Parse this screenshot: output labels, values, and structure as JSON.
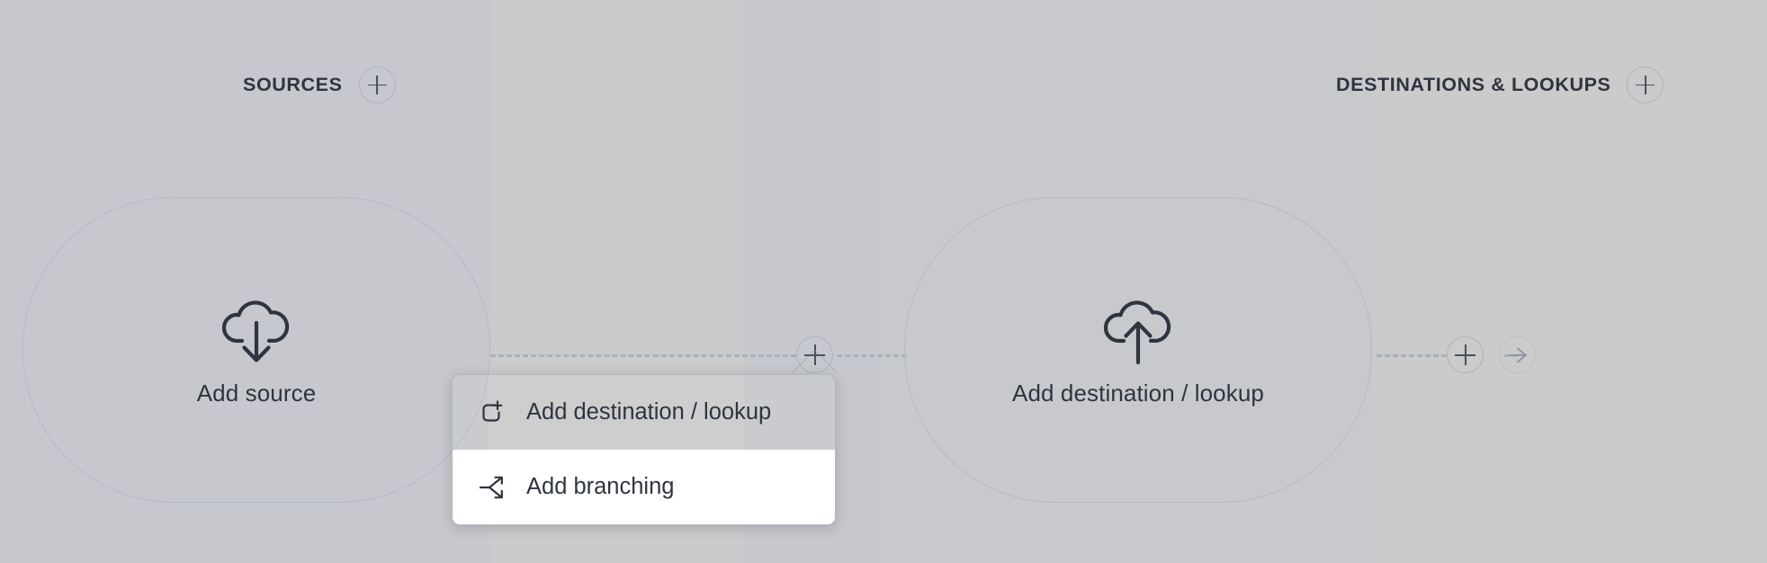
{
  "canvas": {
    "background_color": "#cbcbcc",
    "lane_color": "#c6c8cd"
  },
  "columns": [
    {
      "id": "sources",
      "title": "SOURCES",
      "add_button_icon": "plus-icon",
      "add_button_label": "+"
    },
    {
      "id": "destinations",
      "title": "DESTINATIONS & LOOKUPS",
      "add_button_icon": "plus-icon",
      "add_button_label": "+"
    }
  ],
  "nodes": [
    {
      "id": "add-source",
      "label": "Add source",
      "icon": "cloud-download-icon"
    },
    {
      "id": "add-destination",
      "label": "Add destination / lookup",
      "icon": "cloud-upload-icon"
    }
  ],
  "connectors": [
    {
      "id": "connector-source-to-destination",
      "icon": "plus-icon",
      "state": "open"
    },
    {
      "id": "connector-destination-out",
      "icon": "plus-icon",
      "state": "idle"
    },
    {
      "id": "connector-flow-end",
      "icon": "flow-arrow-icon",
      "state": "idle"
    }
  ],
  "menu": {
    "open": true,
    "hovered_index": 1,
    "items": [
      {
        "label": "Add destination / lookup",
        "icon": "add-box-icon"
      },
      {
        "label": "Add branching",
        "icon": "branch-icon"
      }
    ]
  },
  "colors": {
    "text": "#2e3440",
    "outline": "#b4bac3",
    "dash": "#a9b0ba",
    "menu_hover_bg": "#ffffff"
  }
}
